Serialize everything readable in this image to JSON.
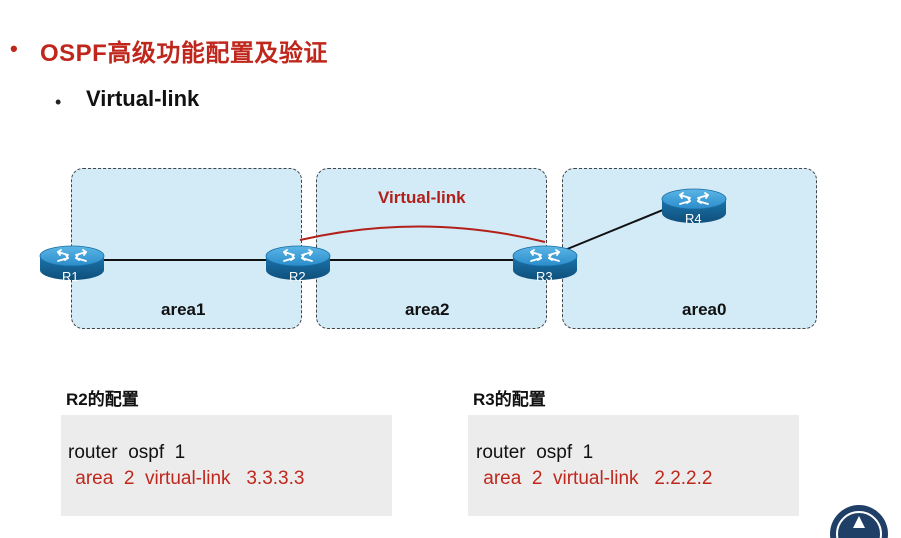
{
  "header": {
    "title": "OSPF高级功能配置及验证",
    "subtitle": "Virtual-link"
  },
  "diagram": {
    "areas": [
      {
        "id": "area1",
        "label": "area1"
      },
      {
        "id": "area2",
        "label": "area2"
      },
      {
        "id": "area0",
        "label": "area0"
      }
    ],
    "routers": [
      "R1",
      "R2",
      "R3",
      "R4"
    ],
    "virtual_link_label": "Virtual-link"
  },
  "configs": [
    {
      "title": "R2的配置",
      "line1": "router  ospf  1",
      "line2": " area  2  virtual-link   3.3.3.3"
    },
    {
      "title": "R3的配置",
      "line1": "router  ospf  1",
      "line2": " area  2  virtual-link   2.2.2.2"
    }
  ],
  "colors": {
    "accent": "#c0271c",
    "area_fill": "#d3eaf7",
    "router": "#1f7db6",
    "config_bg": "#ececec"
  }
}
